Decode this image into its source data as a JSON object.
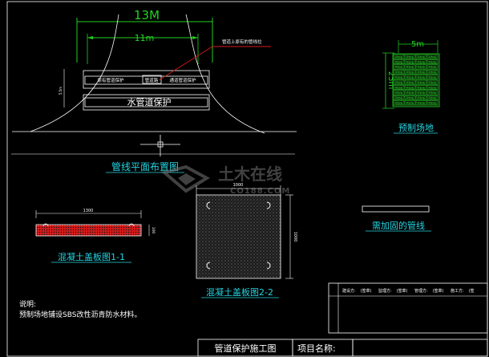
{
  "colors": {
    "background": "#000000",
    "primary": "#ffffff",
    "accent_green": "#21d121",
    "accent_cyan": "#24d5e2",
    "accent_red": "#d81b1b",
    "watermark": "#777777"
  },
  "plan": {
    "dim_overall": "13M",
    "dim_inner": "11m",
    "dim_side": "5.5m",
    "leader_note": "管道上原有的管线拉",
    "label_pipe_left": "原有管道保护",
    "label_pipe_mid": "管道路",
    "label_pipe_right": "通道管道保护",
    "label_water_pipe": "水管道保护",
    "title": "管线平面布置图"
  },
  "prefab": {
    "dim_width": "5m",
    "dim_height": "25m",
    "cell_text": "预制板",
    "title": "预制场地"
  },
  "slab1": {
    "dim_width": "1300",
    "dim_height": "100",
    "title": "混凝土盖板图1-1"
  },
  "slab2": {
    "dim_width": "1000",
    "dim_height": "1000",
    "title": "混凝土盖板图2-2"
  },
  "reinforce": {
    "title": "需加固的管线"
  },
  "notes": {
    "heading": "说明:",
    "line1": "预制场地铺设SBS改性沥青防水材料。"
  },
  "watermark": {
    "text": "土木在线",
    "sub": "CO188.COM"
  },
  "title_block": {
    "drawing_name": "管道保护施工图",
    "project_label": "项目名称:",
    "signatures": [
      "建设方:",
      "(签章)",
      "监理方:",
      "(签章)",
      "管理方:",
      "(签章)",
      "施工方:",
      "(签"
    ]
  }
}
